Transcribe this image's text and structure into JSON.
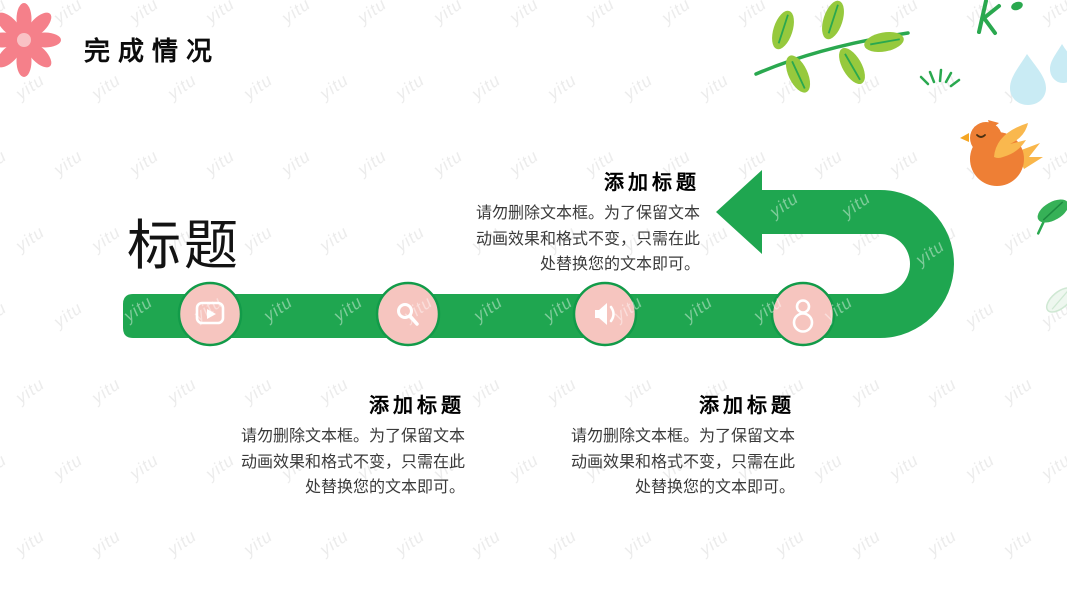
{
  "slide": {
    "header": {
      "title": "完成情况"
    },
    "big_title": "标题",
    "watermark": {
      "text": "yitu"
    },
    "blocks": [
      {
        "heading": "添加标题",
        "body": "请勿删除文本框。为了保留文本动画效果和格式不变，只需在此处替换您的文本即可。"
      },
      {
        "heading": "添加标题",
        "body": "请勿删除文本框。为了保留文本动画效果和格式不变，只需在此处替换您的文本即可。"
      },
      {
        "heading": "添加标题",
        "body": "请勿删除文本框。为了保留文本动画效果和格式不变，只需在此处替换您的文本即可。"
      }
    ],
    "timeline": {
      "nodes": [
        {
          "icon": "video-icon"
        },
        {
          "icon": "search-icon"
        },
        {
          "icon": "speaker-icon"
        },
        {
          "icon": "person-icon"
        }
      ]
    },
    "colors": {
      "band_green": "#1fa650",
      "node_pink": "#f6c5bf",
      "node_border": "#129b49",
      "flower_pink": "#f5808a",
      "leaf_green": "#96c93d",
      "stem_green": "#2aa84f",
      "bird_orange": "#ee7f35",
      "wing_yellow": "#f9b84e",
      "drop_blue": "#c9ebf4"
    }
  }
}
